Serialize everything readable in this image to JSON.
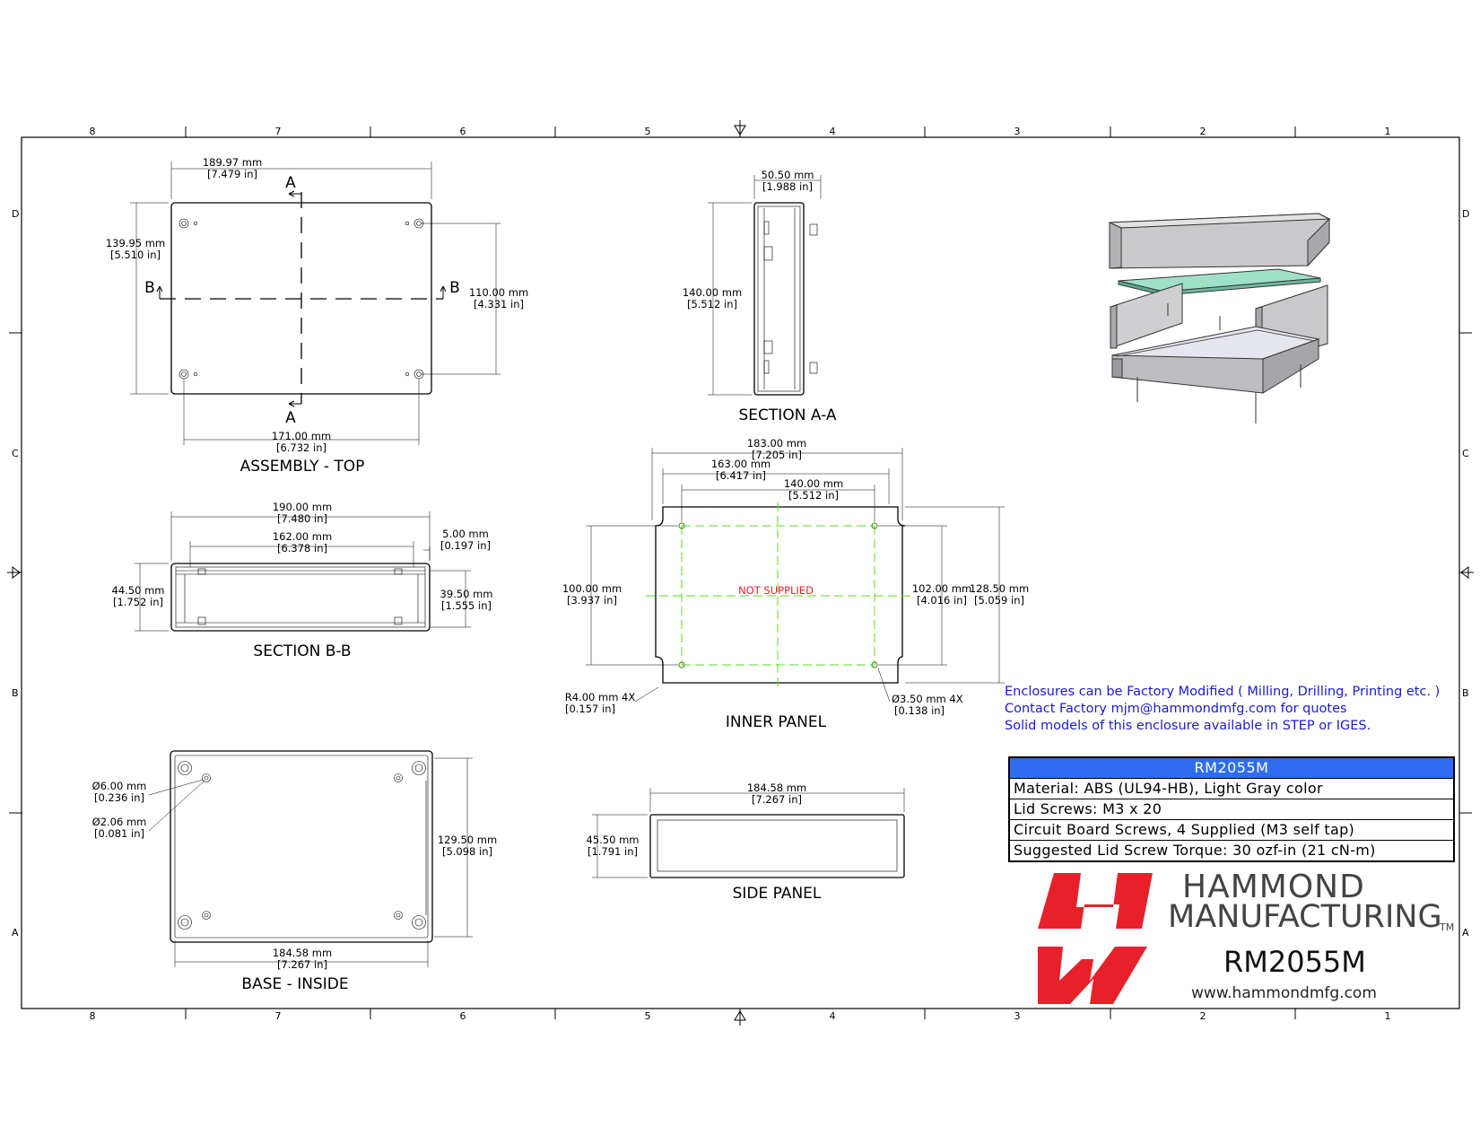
{
  "zones": {
    "columns": [
      "8",
      "7",
      "6",
      "5",
      "4",
      "3",
      "2",
      "1"
    ],
    "rows": [
      "D",
      "C",
      "B",
      "A"
    ]
  },
  "views": {
    "assembly_top": {
      "title": "ASSEMBLY - TOP",
      "width": {
        "mm": "189.97 mm",
        "in": "[7.479 in]"
      },
      "height": {
        "mm": "139.95 mm",
        "in": "[5.510 in]"
      },
      "hole_spacing_h": {
        "mm": "171.00 mm",
        "in": "[6.732 in]"
      },
      "hole_spacing_v": {
        "mm": "110.00 mm",
        "in": "[4.331 in]"
      },
      "cut_a": "A",
      "cut_b": "B"
    },
    "section_aa": {
      "title": "SECTION A-A",
      "width": {
        "mm": "50.50 mm",
        "in": "[1.988 in]"
      },
      "height": {
        "mm": "140.00 mm",
        "in": "[5.512 in]"
      }
    },
    "section_bb": {
      "title": "SECTION B-B",
      "overall": {
        "mm": "190.00 mm",
        "in": "[7.480 in]"
      },
      "inner": {
        "mm": "162.00 mm",
        "in": "[6.378 in]"
      },
      "lip": {
        "mm": "5.00 mm",
        "in": "[0.197 in]"
      },
      "height": {
        "mm": "44.50 mm",
        "in": "[1.752 in]"
      },
      "inner_height": {
        "mm": "39.50 mm",
        "in": "[1.555 in]"
      }
    },
    "inner_panel": {
      "title": "INNER PANEL",
      "note": "NOT SUPPLIED",
      "width": {
        "mm": "183.00 mm",
        "in": "[7.205 in]"
      },
      "width2": {
        "mm": "163.00 mm",
        "in": "[6.417 in]"
      },
      "hole_spacing_h": {
        "mm": "140.00 mm",
        "in": "[5.512 in]"
      },
      "hole_spacing_v": {
        "mm": "100.00 mm",
        "in": "[3.937 in]"
      },
      "inner_height": {
        "mm": "102.00 mm",
        "in": "[4.016 in]"
      },
      "height": {
        "mm": "128.50 mm",
        "in": "[5.059 in]"
      },
      "radius": {
        "mm": "R4.00 mm 4X",
        "in": "[0.157 in]"
      },
      "hole_dia": {
        "mm": "Ø3.50 mm 4X",
        "in": "[0.138 in]"
      }
    },
    "base_inside": {
      "title": "BASE - INSIDE",
      "boss_outer": {
        "mm": "Ø6.00 mm",
        "in": "[0.236 in]"
      },
      "boss_inner": {
        "mm": "Ø2.06 mm",
        "in": "[0.081 in]"
      },
      "height": {
        "mm": "129.50 mm",
        "in": "[5.098 in]"
      },
      "width": {
        "mm": "184.58 mm",
        "in": "[7.267 in]"
      }
    },
    "side_panel": {
      "title": "SIDE PANEL",
      "width": {
        "mm": "184.58 mm",
        "in": "[7.267 in]"
      },
      "height": {
        "mm": "45.50 mm",
        "in": "[1.791 in]"
      }
    }
  },
  "notes": [
    "Enclosures can be Factory Modified ( Milling, Drilling, Printing etc. )",
    "Contact Factory mjm@hammondmfg.com for quotes",
    "Solid models of this enclosure available in STEP or IGES."
  ],
  "spec_table": {
    "header": "RM2055M",
    "rows": [
      "Material: ABS (UL94-HB),  Light Gray color",
      "Lid Screws: M3 x 20",
      "Circuit Board Screws, 4 Supplied (M3 self tap)",
      "Suggested Lid Screw Torque: 30 ozf-in (21 cN-m)"
    ]
  },
  "brand": {
    "line1": "HAMMOND",
    "line2": "MANUFACTURING",
    "tm": "TM",
    "part": "RM2055M",
    "url": "www.hammondmfg.com",
    "logo_color": "#e8202a"
  },
  "colors": {
    "notes_blue": "#1a1ad6",
    "table_header": "#2f6df0",
    "not_supplied_red": "#e8202a",
    "centerline_green": "#55dd22"
  }
}
